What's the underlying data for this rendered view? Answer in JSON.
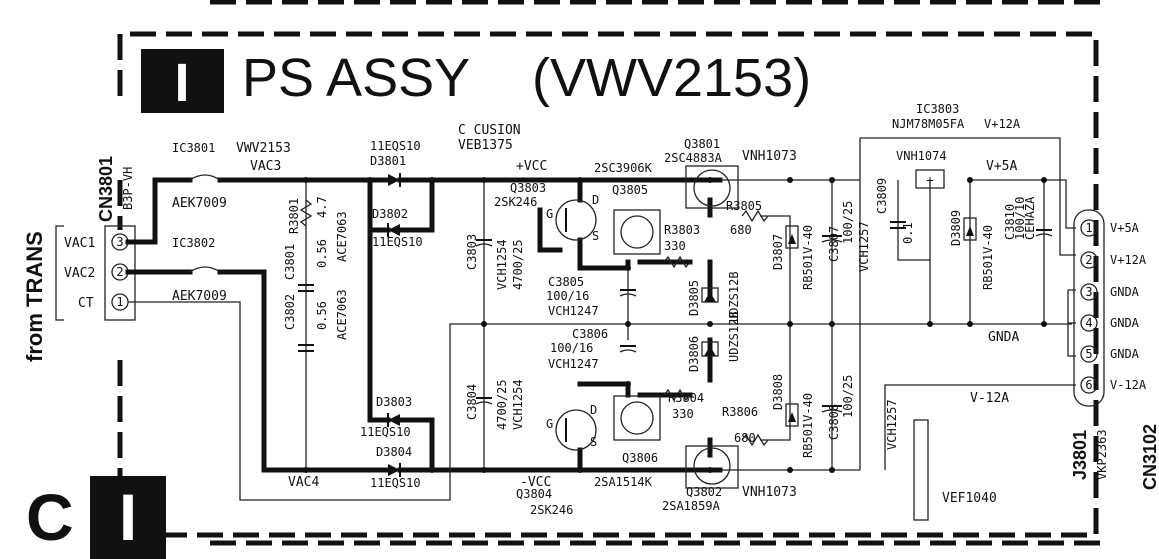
{
  "title": {
    "badge": "I",
    "main": "PS ASSY",
    "model": "(VWV2153)"
  },
  "corner_badges": {
    "c": "C",
    "i": "I"
  },
  "side_label": "from TRANS",
  "connectors": {
    "cn3801": {
      "ref": "CN3801",
      "part": "B3P-VH",
      "pins": [
        {
          "num": "3",
          "name": "VAC1"
        },
        {
          "num": "2",
          "name": "VAC2"
        },
        {
          "num": "1",
          "name": "CT"
        }
      ]
    },
    "j3801": {
      "ref": "J3801",
      "part": "VKP2363",
      "pins": [
        {
          "num": "1",
          "name": "V+5A"
        },
        {
          "num": "2",
          "name": "V+12A"
        },
        {
          "num": "3",
          "name": "GNDA"
        },
        {
          "num": "4",
          "name": "GNDA"
        },
        {
          "num": "5",
          "name": "GNDA"
        },
        {
          "num": "6",
          "name": "V-12A"
        }
      ]
    },
    "cn3102_partial": "CN3102"
  },
  "fuses": {
    "ic3801": {
      "ref": "IC3801",
      "part": "AEK7009"
    },
    "ic3802": {
      "ref": "IC3802",
      "part": "AEK7009"
    }
  },
  "nets": {
    "vwv": "VWV2153",
    "vac3": "VAC3",
    "vac4": "VAC4",
    "vcc_pos": "+VCC",
    "vcc_neg": "-VCC",
    "v5": "V+5A",
    "v12": "V+12A",
    "gnda": "GNDA",
    "vm12": "V-12A"
  },
  "cushion": {
    "label": "C CUSION",
    "part": "VEB1375"
  },
  "diodes": [
    {
      "ref": "D3801",
      "part": "11EQS10"
    },
    {
      "ref": "D3802",
      "part": "11EQS10"
    },
    {
      "ref": "D3803",
      "part": "11EQS10"
    },
    {
      "ref": "D3804",
      "part": "11EQS10"
    }
  ],
  "r3801": {
    "ref": "R3801",
    "value": "4.7"
  },
  "c3801": {
    "ref": "C3801",
    "value": "0.56",
    "part": "ACE7063"
  },
  "c3802": {
    "ref": "C3802",
    "value": "0.56",
    "part": "ACE7063"
  },
  "c3803": {
    "ref": "C3803",
    "value": "4700/25",
    "part": "VCH1254"
  },
  "c3804": {
    "ref": "C3804",
    "value": "4700/25",
    "part": "VCH1254"
  },
  "c3805": {
    "ref": "C3805",
    "value": "100/16",
    "part": "VCH1247"
  },
  "c3806": {
    "ref": "C3806",
    "value": "100/16",
    "part": "VCH1247"
  },
  "c3807": {
    "ref": "C3807",
    "value": "100/25"
  },
  "c3808": {
    "ref": "C3808",
    "value": "100/25"
  },
  "c3809": {
    "ref": "C3809",
    "value": "0.1",
    "part": "VCH1257"
  },
  "c3810": {
    "ref": "C3810",
    "value": "100/10",
    "part": "CEHAZA"
  },
  "vch1257b": "VCH1257",
  "transistors": {
    "q3801": {
      "ref": "Q3801",
      "part": "2SC4883A",
      "heat": "VNH1073"
    },
    "q3802": {
      "ref": "Q3802",
      "part": "2SA1859A",
      "heat": "VNH1073"
    },
    "q3803": {
      "ref": "Q3803",
      "part": "2SK246"
    },
    "q3804": {
      "ref": "Q3804",
      "part": "2SK246"
    },
    "q3805": {
      "ref": "Q3805",
      "part": "2SC3906K"
    },
    "q3806": {
      "ref": "Q3806",
      "part": "2SA1514K"
    }
  },
  "resistors": {
    "r3803": {
      "ref": "R3803",
      "value": "330"
    },
    "r3804": {
      "ref": "R3804",
      "value": "330"
    },
    "r3805": {
      "ref": "R3805",
      "value": "680"
    },
    "r3806": {
      "ref": "R3806",
      "value": "680"
    }
  },
  "zeners": {
    "d3805": {
      "ref": "D3805",
      "part": "UDZS12B"
    },
    "d3806": {
      "ref": "D3806",
      "part": "UDZS12B"
    },
    "d3807": {
      "ref": "D3807",
      "part": "RB501V-40"
    },
    "d3808": {
      "ref": "D3808",
      "part": "RB501V-40"
    },
    "d3809": {
      "ref": "D3809",
      "part": "RB501V-40"
    }
  },
  "ic3803": {
    "ref": "IC3803",
    "part": "NJM78M05FA",
    "heat": "VNH1074",
    "extra": "V+12A"
  },
  "vef": "VEF1040",
  "fet_pins": {
    "g": "G",
    "d": "D",
    "s": "S"
  }
}
